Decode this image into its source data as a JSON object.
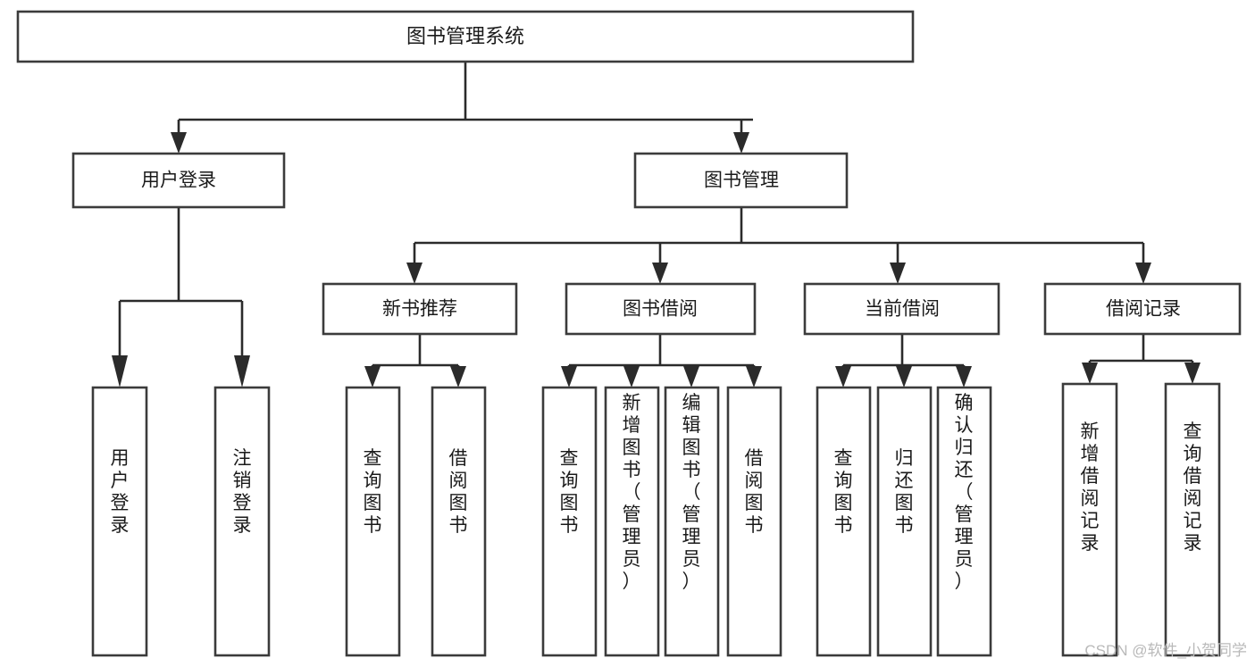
{
  "diagram": {
    "type": "tree-hierarchy-flowchart",
    "root": {
      "id": "root",
      "label": "图书管理系统"
    },
    "level2": [
      {
        "id": "user-login",
        "label": "用户登录"
      },
      {
        "id": "book-manage",
        "label": "图书管理"
      }
    ],
    "level3": [
      {
        "id": "new-book-recommend",
        "label": "新书推荐",
        "parent": "book-manage"
      },
      {
        "id": "book-borrow",
        "label": "图书借阅",
        "parent": "book-manage"
      },
      {
        "id": "current-borrow",
        "label": "当前借阅",
        "parent": "book-manage"
      },
      {
        "id": "borrow-record",
        "label": "借阅记录",
        "parent": "book-manage"
      }
    ],
    "leaves": [
      {
        "id": "leaf-user-login",
        "label": "用户登录",
        "parent": "user-login"
      },
      {
        "id": "leaf-logout-login",
        "label": "注销登录",
        "parent": "user-login"
      },
      {
        "id": "leaf-query-book-1",
        "label": "查询图书",
        "parent": "new-book-recommend"
      },
      {
        "id": "leaf-borrow-book-1",
        "label": "借阅图书",
        "parent": "new-book-recommend"
      },
      {
        "id": "leaf-query-book-2",
        "label": "查询图书",
        "parent": "book-borrow"
      },
      {
        "id": "leaf-add-book",
        "label": "新增图书（管理员）",
        "parent": "book-borrow"
      },
      {
        "id": "leaf-edit-book",
        "label": "编辑图书（管理员）",
        "parent": "book-borrow"
      },
      {
        "id": "leaf-borrow-book-2",
        "label": "借阅图书",
        "parent": "book-borrow"
      },
      {
        "id": "leaf-query-book-3",
        "label": "查询图书",
        "parent": "current-borrow"
      },
      {
        "id": "leaf-return-book",
        "label": "归还图书",
        "parent": "current-borrow"
      },
      {
        "id": "leaf-confirm-return",
        "label": "确认归还（管理员）",
        "parent": "current-borrow"
      },
      {
        "id": "leaf-add-record",
        "label": "新增借阅记录",
        "parent": "borrow-record"
      },
      {
        "id": "leaf-query-record",
        "label": "查询借阅记录",
        "parent": "borrow-record"
      }
    ],
    "colors": {
      "background": "#ffffff",
      "box_fill": "#ffffff",
      "box_stroke": "#3b3b3b",
      "connector": "#2b2b2b",
      "text": "#1a1a1a",
      "watermark": "#b9b9b9"
    }
  },
  "watermark": {
    "text": "CSDN @软件_小贺同学"
  }
}
